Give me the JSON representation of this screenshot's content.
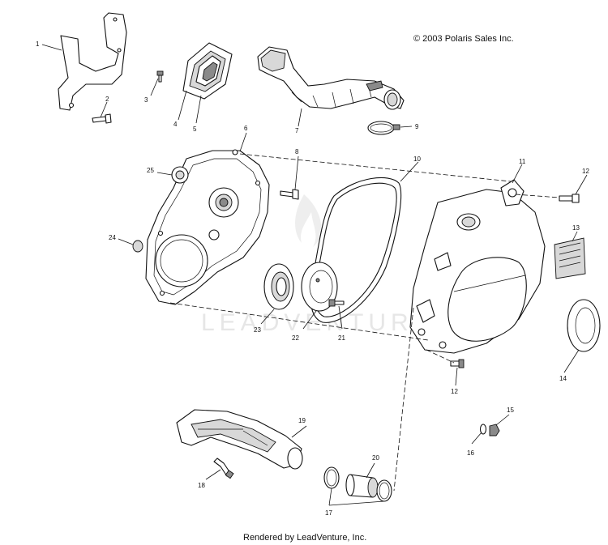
{
  "copyright": "© 2003 Polaris Sales Inc.",
  "footer": "Rendered by LeadVenture, Inc.",
  "watermark": "LEADVENTURE",
  "callouts": [
    "1",
    "2",
    "3",
    "4",
    "5",
    "6",
    "7",
    "8",
    "9",
    "10",
    "11",
    "12",
    "12",
    "13",
    "14",
    "15",
    "16",
    "17",
    "18",
    "19",
    "20",
    "21",
    "22",
    "23",
    "24",
    "25"
  ]
}
